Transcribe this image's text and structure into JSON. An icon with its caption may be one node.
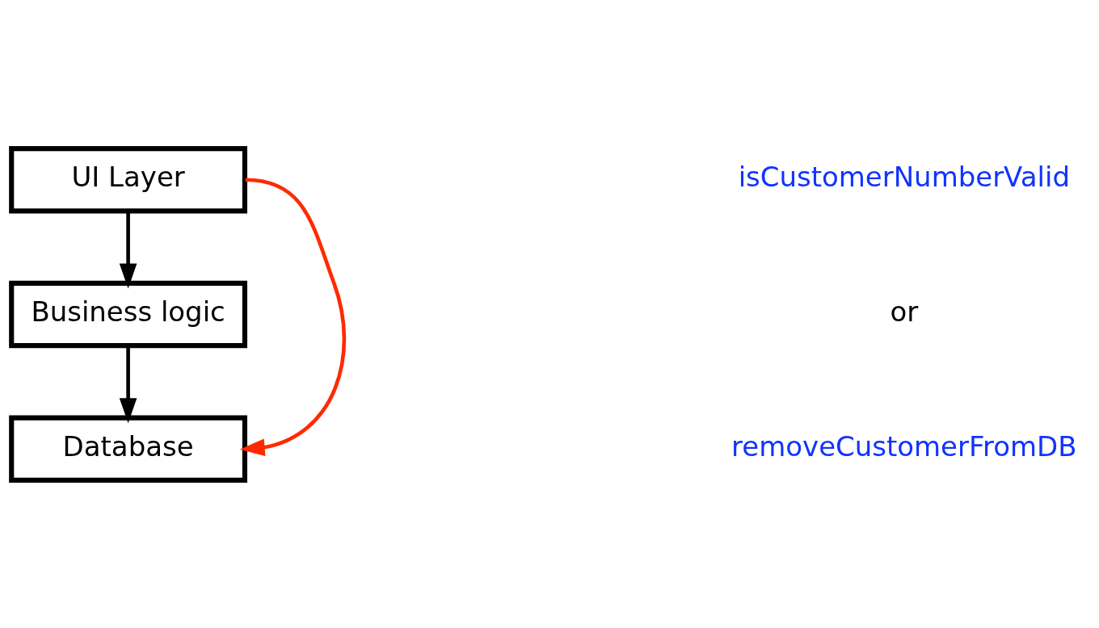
{
  "diagram": {
    "nodes": [
      {
        "text": [
          "UI Layer"
        ]
      },
      {
        "text": [
          "Business logic"
        ]
      },
      {
        "text": [
          "Database"
        ]
      }
    ],
    "edges": [
      {
        "from": 0,
        "to": 1,
        "arrow": "to"
      },
      {
        "from": 1,
        "to": 2,
        "arrow": "to"
      },
      {
        "from": 0,
        "to": 2,
        "arrow": "to",
        "color": "#ff2a00"
      }
    ],
    "labels": [
      "isCustomerNumberValid",
      "or",
      "removeCustomerFromDB"
    ]
  }
}
